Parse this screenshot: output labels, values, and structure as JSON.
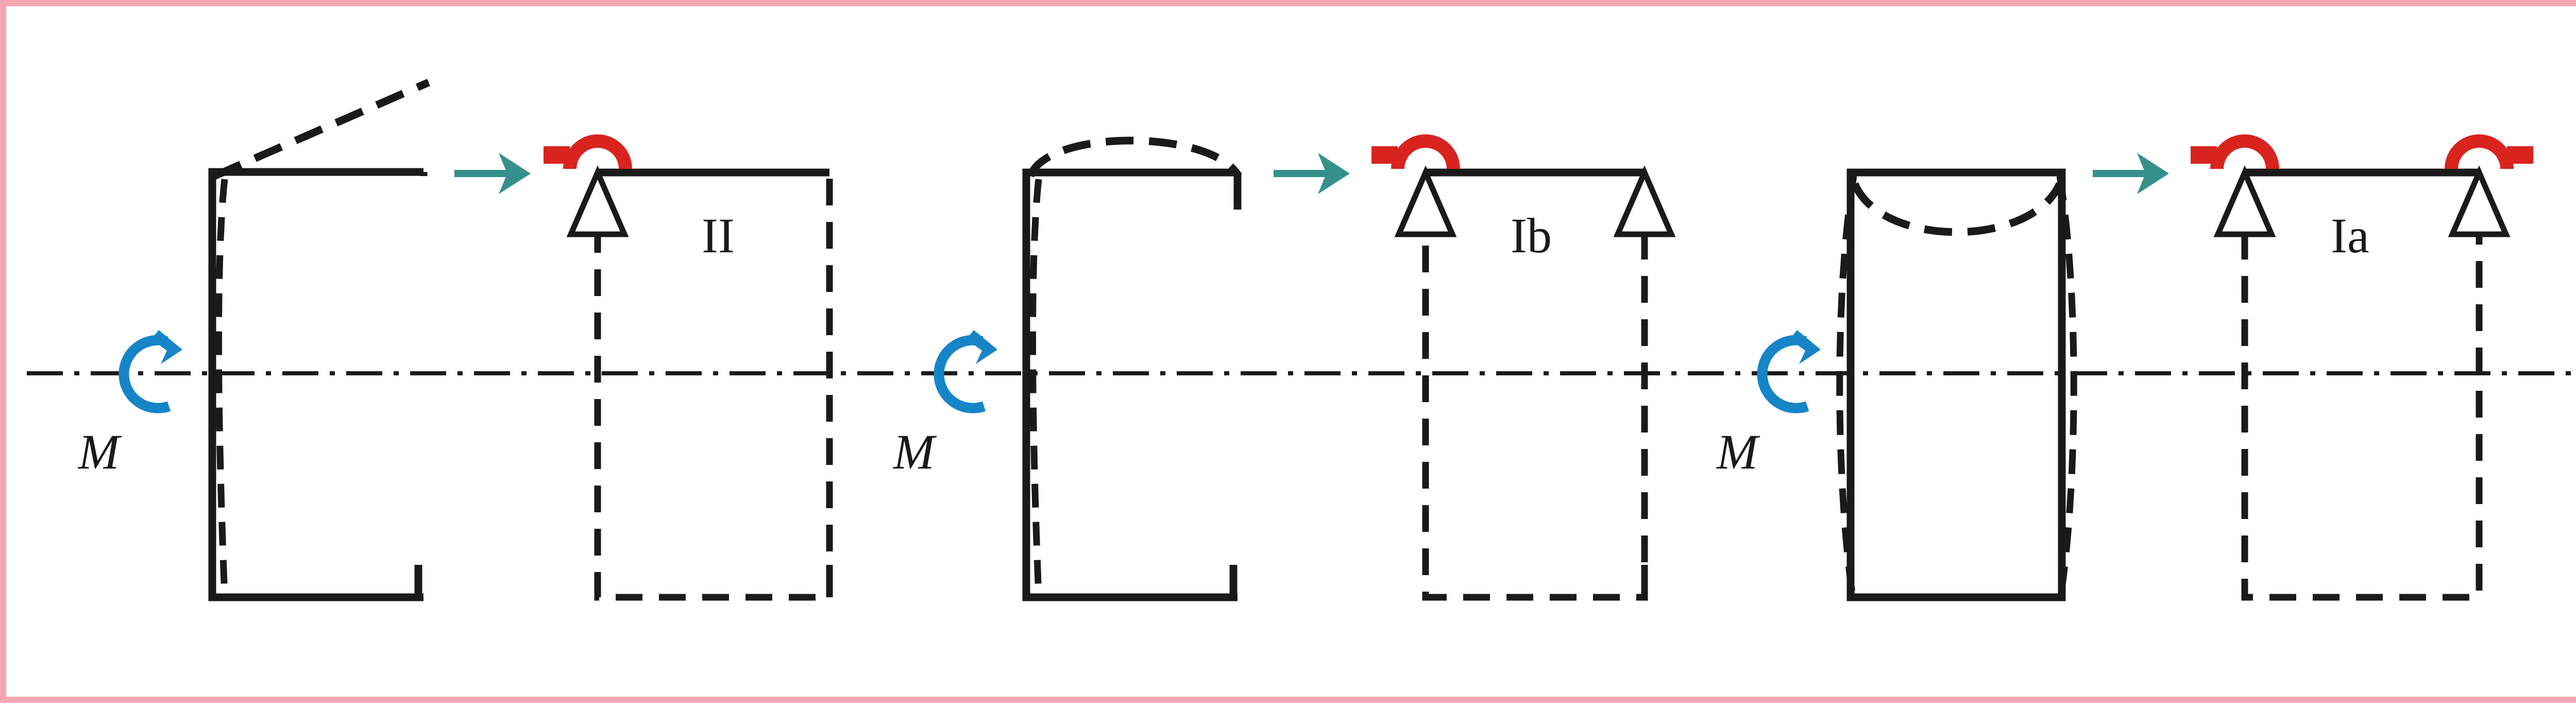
{
  "figure": {
    "kind": "structural-mechanics-deformation-diagram",
    "border_color": "#f4a7b2",
    "background_color": "#ffffff",
    "colors": {
      "structure_line": "#1a1a1a",
      "deformed_dashed": "#1a1a1a",
      "centerline": "#1a1a1a",
      "moment_red": "#d8231f",
      "moment_blue": "#1585c8",
      "equivalence_arrow_teal": "#35908b"
    }
  },
  "panels": [
    {
      "id": "panel-II",
      "label": "II",
      "moment_label": "M",
      "left_model": {
        "type": "channel-section-cantilever",
        "description": "U / channel shape open to the right, solid outline, with dashed deformed shape rotating the top flange upward",
        "deformed_mode": "top flange rotates up about left web"
      },
      "right_model": {
        "type": "beam-on-single-pin-support",
        "supports": 1,
        "applied_moments": 1,
        "moment_directions": [
          "counter-clockwise"
        ]
      },
      "equivalence_arrow": "right-arrow"
    },
    {
      "id": "panel-Ib",
      "label": "Ib",
      "moment_label": "M",
      "left_model": {
        "type": "channel-section-cantilever",
        "description": "U / channel shape open to the right, solid outline, with dashed deformed shape arching upward over the top flange",
        "deformed_mode": "top flange bows upward (single curvature hogging)"
      },
      "right_model": {
        "type": "simply-supported-beam",
        "supports": 2,
        "applied_moments": 1,
        "moment_directions": [
          "counter-clockwise"
        ]
      },
      "equivalence_arrow": "right-arrow"
    },
    {
      "id": "panel-Ia",
      "label": "Ia",
      "moment_label": "M",
      "left_model": {
        "type": "closed-rectangular-section",
        "description": "closed rectangle, solid outline, with dashed deformed shape sagging inward at the top and bulging at the sides",
        "deformed_mode": "top flange sags downward, webs bow outward"
      },
      "right_model": {
        "type": "simply-supported-beam",
        "supports": 2,
        "applied_moments": 2,
        "moment_directions": [
          "counter-clockwise",
          "clockwise"
        ]
      },
      "equivalence_arrow": "right-arrow"
    }
  ],
  "symbols": {
    "pin_support": "triangle-support-icon",
    "moment_arc_red": "curved-moment-arrow-icon",
    "moment_arc_blue": "curved-moment-arrow-icon",
    "centerline": "dash-dot-axis-line",
    "equivalence": "right-arrow-icon"
  }
}
